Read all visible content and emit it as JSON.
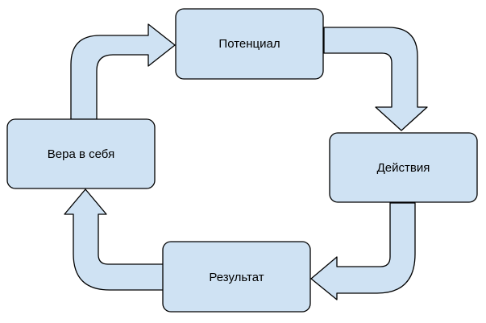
{
  "diagram": {
    "nodes": [
      {
        "id": "potential",
        "label": "Потенциал"
      },
      {
        "id": "actions",
        "label": "Действия"
      },
      {
        "id": "result",
        "label": "Результат"
      },
      {
        "id": "belief",
        "label": "Вера в себя"
      }
    ],
    "edges": [
      {
        "from": "belief",
        "to": "potential"
      },
      {
        "from": "potential",
        "to": "actions"
      },
      {
        "from": "actions",
        "to": "result"
      },
      {
        "from": "result",
        "to": "belief"
      }
    ],
    "colors": {
      "node_fill": "#cfe2f3",
      "arrow_fill": "#cfe2f3",
      "stroke": "#000000"
    }
  }
}
